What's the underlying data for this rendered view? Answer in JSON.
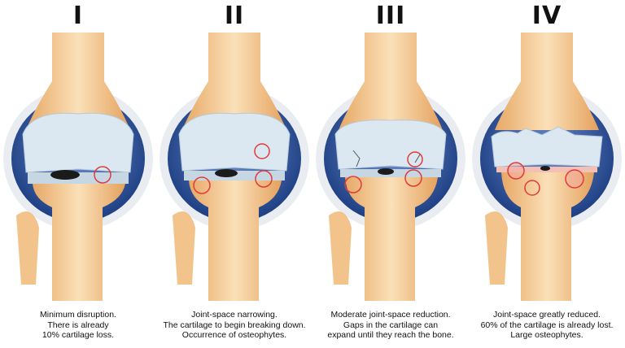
{
  "stages": [
    {
      "label": "I",
      "lines": [
        "Minimum disruption.",
        "There is already",
        "10% cartilage loss."
      ]
    },
    {
      "label": "II",
      "lines": [
        "Joint-space narrowing.",
        "The cartilage to begin breaking down.",
        "Occurrence of osteophytes."
      ]
    },
    {
      "label": "III",
      "lines": [
        "Moderate joint-space reduction.",
        "Gaps in the cartilage can",
        "expand until they reach the bone."
      ]
    },
    {
      "label": "IV",
      "lines": [
        "Joint-space greatly reduced.",
        "60% of the cartilage is already lost.",
        "Large osteophytes."
      ]
    }
  ],
  "colors": {
    "bone": "#f2c48c",
    "bone_light": "#fbe2bd",
    "cartilage": "#dde9f2",
    "capsule": "#3f63a8",
    "highlight": "#e23a3a"
  }
}
